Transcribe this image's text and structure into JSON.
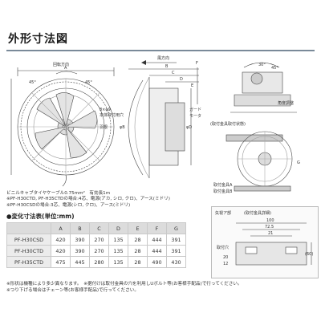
{
  "page_title": "外形寸法図",
  "diagram_labels": {
    "rotation_front": "回転方向",
    "wind_front": "風方向",
    "angle_45_a": "45°",
    "angle_45_b": "45°",
    "angle_30": "30°",
    "angle_45_right": "45°",
    "hole_spec": "8×φ9",
    "hole_desc": "本体取付用穴",
    "feather": "羽根",
    "guard": "ガード",
    "motor": "モータ",
    "angle_adjust": "角度調整",
    "bracket_label": "(取付金具取付状態)",
    "bracket_a": "取付金具A",
    "bracket_b": "取付金具B",
    "dim_A": "A",
    "dim_B": "B",
    "dim_C": "C",
    "dim_D": "D",
    "dim_E": "E",
    "dim_F": "F",
    "dim_G": "G",
    "dim_phiB": "φB",
    "dim_phiD": "φD"
  },
  "notes": [
    "ビニルキャブタイヤケーブル0.75mm²　有効長1m",
    "※PF-H30CTD, PF-H35CTDの場合:4芯、電源(アカ, シロ, クロ)、アース(ミドリ)",
    "※PF-H30CSDの場合:3芯、電源(シロ, クロ)、アース(ミドリ)"
  ],
  "detail": {
    "title": "矢視ア部",
    "subtitle": "(取付金具詳細)",
    "dims": [
      "100",
      "72.5",
      "21",
      "20",
      "12"
    ],
    "hole_label": "取付穴",
    "hole_dim": "(60)"
  },
  "table": {
    "title": "●変化寸法表(単位:mm)",
    "headers": [
      "",
      "A",
      "B",
      "C",
      "D",
      "E",
      "F",
      "G"
    ],
    "rows": [
      {
        "model": "PF-H30CSD",
        "values": [
          "420",
          "390",
          "270",
          "135",
          "28",
          "444",
          "391"
        ]
      },
      {
        "model": "PF-H30CTD",
        "values": [
          "420",
          "390",
          "270",
          "135",
          "28",
          "444",
          "391"
        ]
      },
      {
        "model": "PF-H35CTD",
        "values": [
          "475",
          "445",
          "280",
          "135",
          "28",
          "490",
          "430"
        ]
      }
    ]
  },
  "footnotes": [
    "※形状は機種により多少異なります。　※据付けは取付金具の穴を利用しUボルト等(お客様手配品)で行ってください。",
    "※つり下げる場合はチェーン等(お客様手配品)で行ってください。"
  ]
}
